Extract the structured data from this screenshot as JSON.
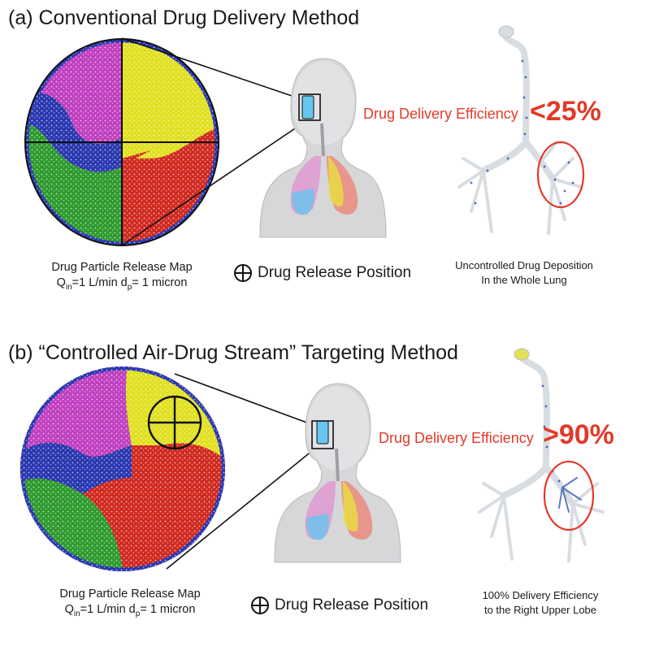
{
  "panel_a": {
    "title": "(a) Conventional Drug Delivery Method",
    "map_caption_line1": "Drug Particle Release Map",
    "map_caption_q": "Q",
    "map_caption_q_sub": "in",
    "map_caption_mid": "=1 L/min d",
    "map_caption_d_sub": "p",
    "map_caption_end": "= 1 micron",
    "release_label": "Drug Release Position",
    "efficiency_label": "Drug Delivery Efficiency",
    "efficiency_value": "<25%",
    "deposition_line1": "Uncontrolled Drug Deposition",
    "deposition_line2": "In the Whole Lung"
  },
  "panel_b": {
    "title": "(b) “Controlled Air-Drug Stream” Targeting Method",
    "map_caption_line1": "Drug Particle Release Map",
    "map_caption_q": "Q",
    "map_caption_q_sub": "in",
    "map_caption_mid": "=1 L/min d",
    "map_caption_d_sub": "p",
    "map_caption_end": "= 1 micron",
    "release_label": "Drug Release Position",
    "efficiency_label": "Drug Delivery Efficiency",
    "efficiency_value": ">90%",
    "deposition_line1": "100% Delivery Efficiency",
    "deposition_line2": "to the Right Upper Lobe"
  },
  "colors": {
    "magenta": "#c040c0",
    "yellow": "#e0e020",
    "green": "#2e9a2e",
    "blue": "#2a38b0",
    "red": "#d02a20",
    "accent_red": "#e23a2a",
    "inhaler_blue": "#66c6ee"
  },
  "icons": [
    "crosshair-circle-icon",
    "human-torso-figure",
    "lung-airway-tree"
  ]
}
